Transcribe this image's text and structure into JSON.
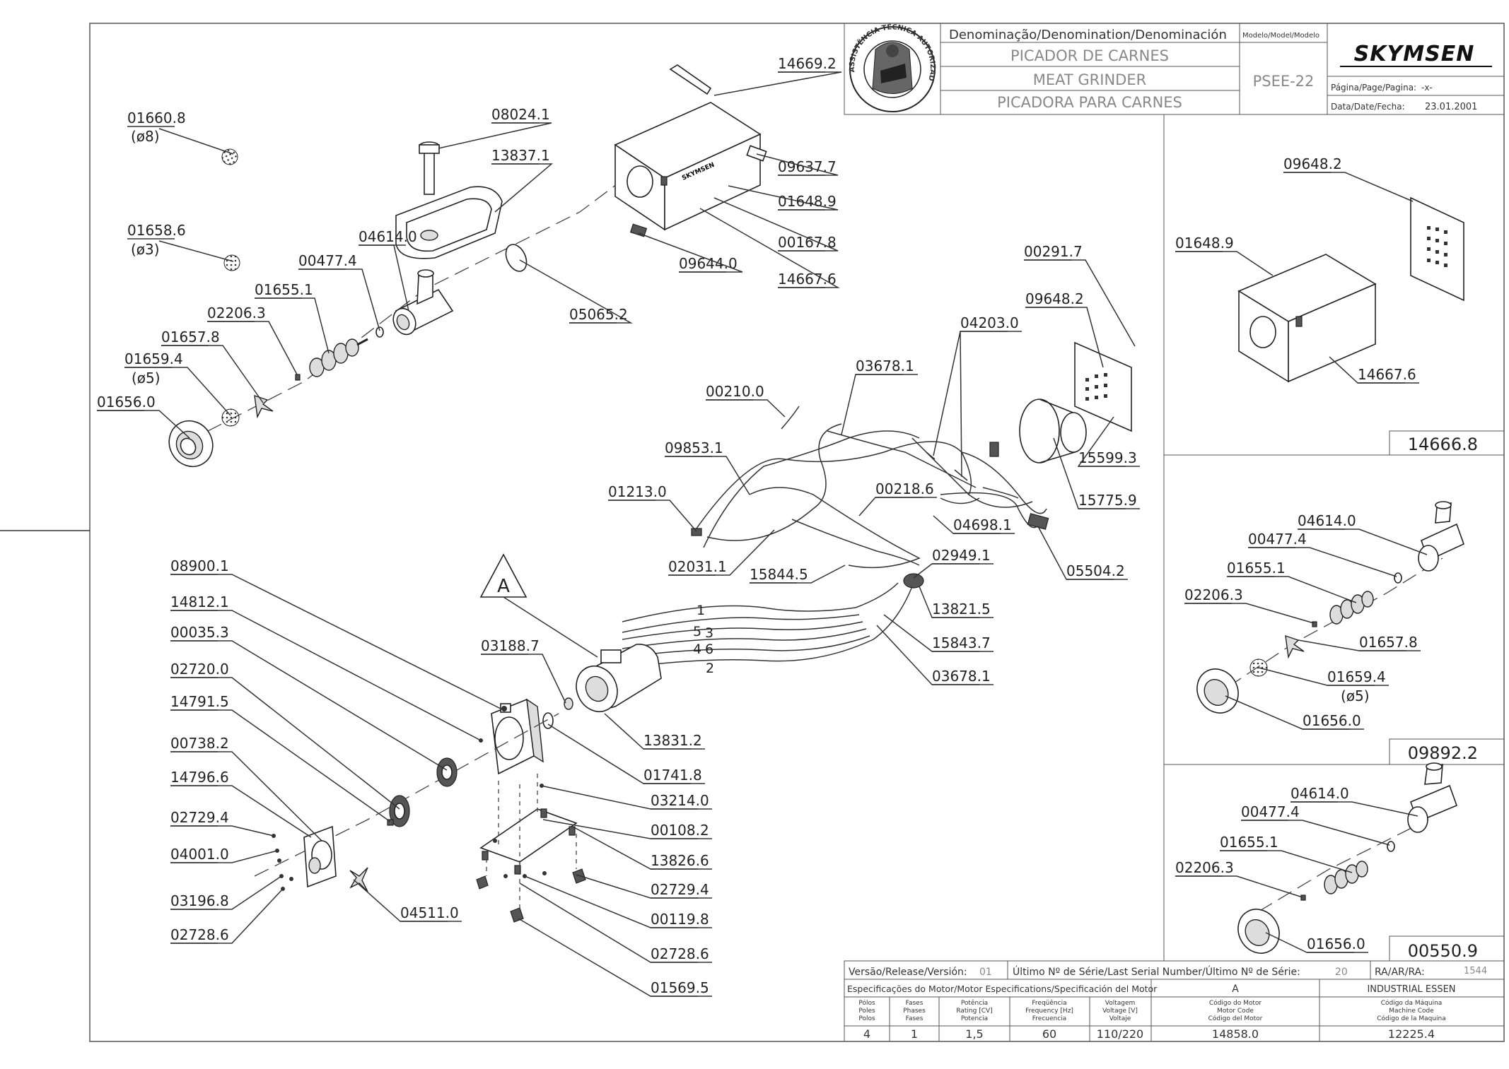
{
  "title_block": {
    "denomination_header": "Denominação/Denomination/Denominación",
    "model_header": "Modelo/Model/Modelo",
    "name_pt": "PICADOR DE CARNES",
    "name_en": "MEAT GRINDER",
    "name_es": "PICADORA PARA CARNES",
    "model": "PSEE-22",
    "brand": "SKYMSEN",
    "page_label": "Página/Page/Pagina:",
    "page_value": "-x-",
    "date_label": "Data/Date/Fecha:",
    "date_value": "23.01.2001",
    "seal_text": "ASSISTÊNCIA TÉCNICA AUTORIZADA"
  },
  "bottom_table": {
    "release_label": "Versão/Release/Versión:",
    "release_value": "01",
    "serial_label": "Último Nº de Série/Last Serial Number/Último Nº de Série:",
    "serial_value": "20",
    "ra_label": "RA/AR/RA:",
    "ra_value": "1544",
    "motor_spec_label": "Especificações do Motor/Motor Especifications/Specificación del Motor",
    "motor_spec_value": "A",
    "manufacturer": "INDUSTRIAL ESSEN",
    "col_poles": [
      "Pólos",
      "Poles",
      "Polos"
    ],
    "col_phases": [
      "Fases",
      "Phases",
      "Fases"
    ],
    "col_power": [
      "Potência",
      "Rating [CV]",
      "Potencia"
    ],
    "col_freq": [
      "Freqüência",
      "Frequency [Hz]",
      "Frecuencia"
    ],
    "col_voltage": [
      "Voltagem",
      "Voltage [V]",
      "Voltaje"
    ],
    "col_motor_code": [
      "Código do Motor",
      "Motor Code",
      "Código del Motor"
    ],
    "col_machine_code": [
      "Código da Máquina",
      "Machine Code",
      "Código de la Maquina"
    ],
    "values": {
      "poles": "4",
      "phases": "1",
      "power": "1,5",
      "frequency": "60",
      "voltage": "110/220",
      "motor_code": "14858.0",
      "machine_code": "12225.4"
    }
  },
  "main_labels": [
    "14669.2",
    "08024.1",
    "13837.1",
    "01660.8",
    "(ø8)",
    "01658.6",
    "(ø3)",
    "04614.0",
    "00477.4",
    "01655.1",
    "02206.3",
    "01657.8",
    "01659.4",
    "(ø5)",
    "01656.0",
    "09637.7",
    "01648.9",
    "00167.8",
    "09644.0",
    "14667.6",
    "05065.2",
    "00291.7",
    "09648.2",
    "04203.0",
    "03678.1",
    "00210.0",
    "09853.1",
    "01213.0",
    "00218.6",
    "04698.1",
    "15599.3",
    "15775.9",
    "05504.2",
    "02031.1",
    "15844.5",
    "02949.1",
    "13821.5",
    "15843.7",
    "03678.1",
    "08900.1",
    "14812.1",
    "00035.3",
    "02720.0",
    "14791.5",
    "00738.2",
    "14796.6",
    "02729.4",
    "04001.0",
    "03196.8",
    "02728.6",
    "04511.0",
    "03188.7",
    "13831.2",
    "01741.8",
    "03214.0",
    "00108.2",
    "13826.6",
    "02729.4",
    "00119.8",
    "02728.6",
    "01569.5"
  ],
  "section_marker": "A",
  "wire_numbers": [
    "1",
    "5",
    "3",
    "4",
    "6",
    "2"
  ],
  "panel_cover": {
    "labels": [
      "09648.2",
      "01648.9",
      "14667.6"
    ],
    "code": "14666.8"
  },
  "panel_plate_kit": {
    "labels": [
      "04614.0",
      "00477.4",
      "01655.1",
      "02206.3",
      "01657.8",
      "01659.4",
      "(ø5)",
      "01656.0"
    ],
    "code": "09892.2"
  },
  "panel_basic_kit": {
    "labels": [
      "04614.0",
      "00477.4",
      "01655.1",
      "02206.3",
      "01656.0"
    ],
    "code": "00550.9"
  }
}
